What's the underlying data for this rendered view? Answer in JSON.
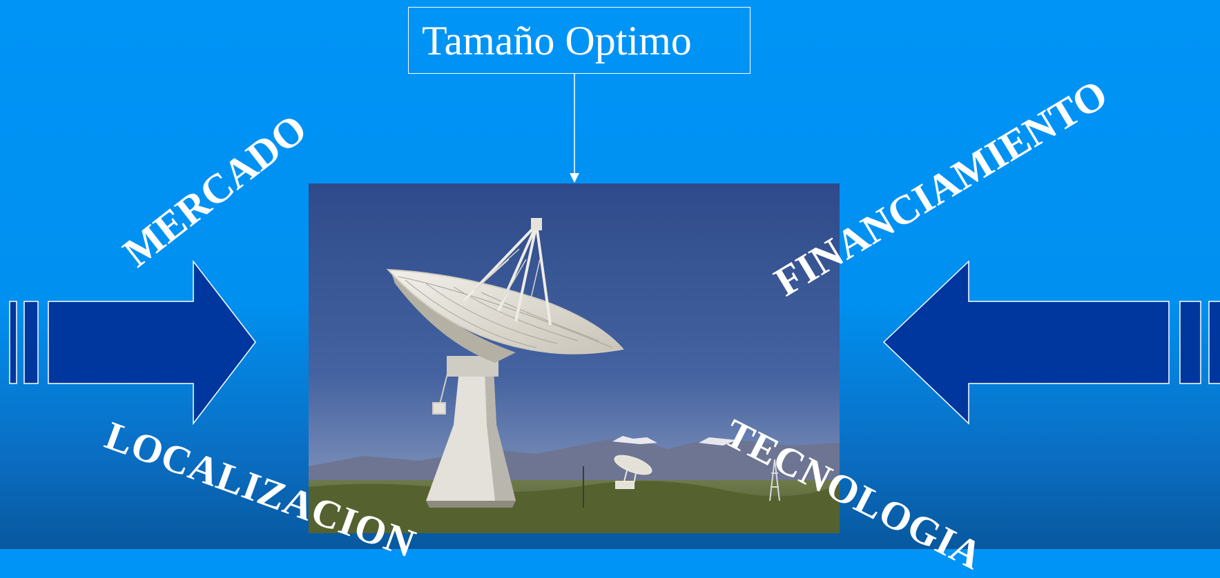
{
  "title": "Tamaño Optimo",
  "factors": {
    "mercado": "MERCADO",
    "financiamiento": "FINANCIAMIENTO",
    "localizacion": "LOCALIZACION",
    "tecnologia": "TECNOLOGIA"
  },
  "image": {
    "subject": "radio telescope dish antenna"
  },
  "icons": {
    "left_arrow": "arrow-right-icon",
    "right_arrow": "arrow-left-icon"
  },
  "colors": {
    "background": "#0094f6",
    "arrow_fill": "#00379e",
    "outline": "#ffffff",
    "text": "#ffffff"
  }
}
